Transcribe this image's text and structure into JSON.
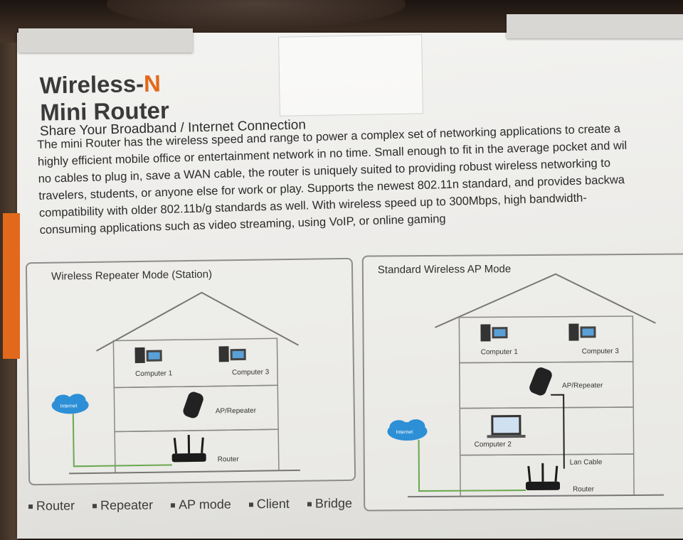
{
  "title_line1_prefix": "Wireless-",
  "title_line1_accent": "N",
  "title_line2": "Mini Router",
  "subtitle": "Share Your Broadband / Internet Connection",
  "body_lines": [
    "The mini Router has the wireless speed and range to power a complex set of networking applications to create a",
    "highly efficient mobile office or entertainment network in no time. Small enough to fit in the average pocket and wil",
    "no cables to plug in, save a WAN cable, the router is uniquely suited to providing robust wireless networking to",
    "travelers, students, or anyone else for work or play. Supports the newest 802.11n standard, and provides backwa",
    "compatibility with older 802.11b/g standards as well. With wireless speed up to 300Mbps, high bandwidth-",
    "consuming applications such as video streaming, using VoIP, or online gaming"
  ],
  "left_diagram": {
    "title": "Wireless Repeater Mode (Station)",
    "computer1": "Computer 1",
    "computer3": "Computer 3",
    "repeater": "AP/Repeater",
    "router": "Router",
    "internet": "Internet"
  },
  "right_diagram": {
    "title": "Standard Wireless AP Mode",
    "computer1": "Computer 1",
    "computer3": "Computer 3",
    "repeater": "AP/Repeater",
    "computer2": "Computer 2",
    "lan_cable": "Lan Cable",
    "router": "Router",
    "internet": "Internet"
  },
  "features": [
    "Router",
    "Repeater",
    "AP mode",
    "Client",
    "Bridge"
  ],
  "colors": {
    "accent_orange": "#e2691c",
    "cloud_blue": "#2d8fd6",
    "cable_green": "#6aa84f"
  }
}
